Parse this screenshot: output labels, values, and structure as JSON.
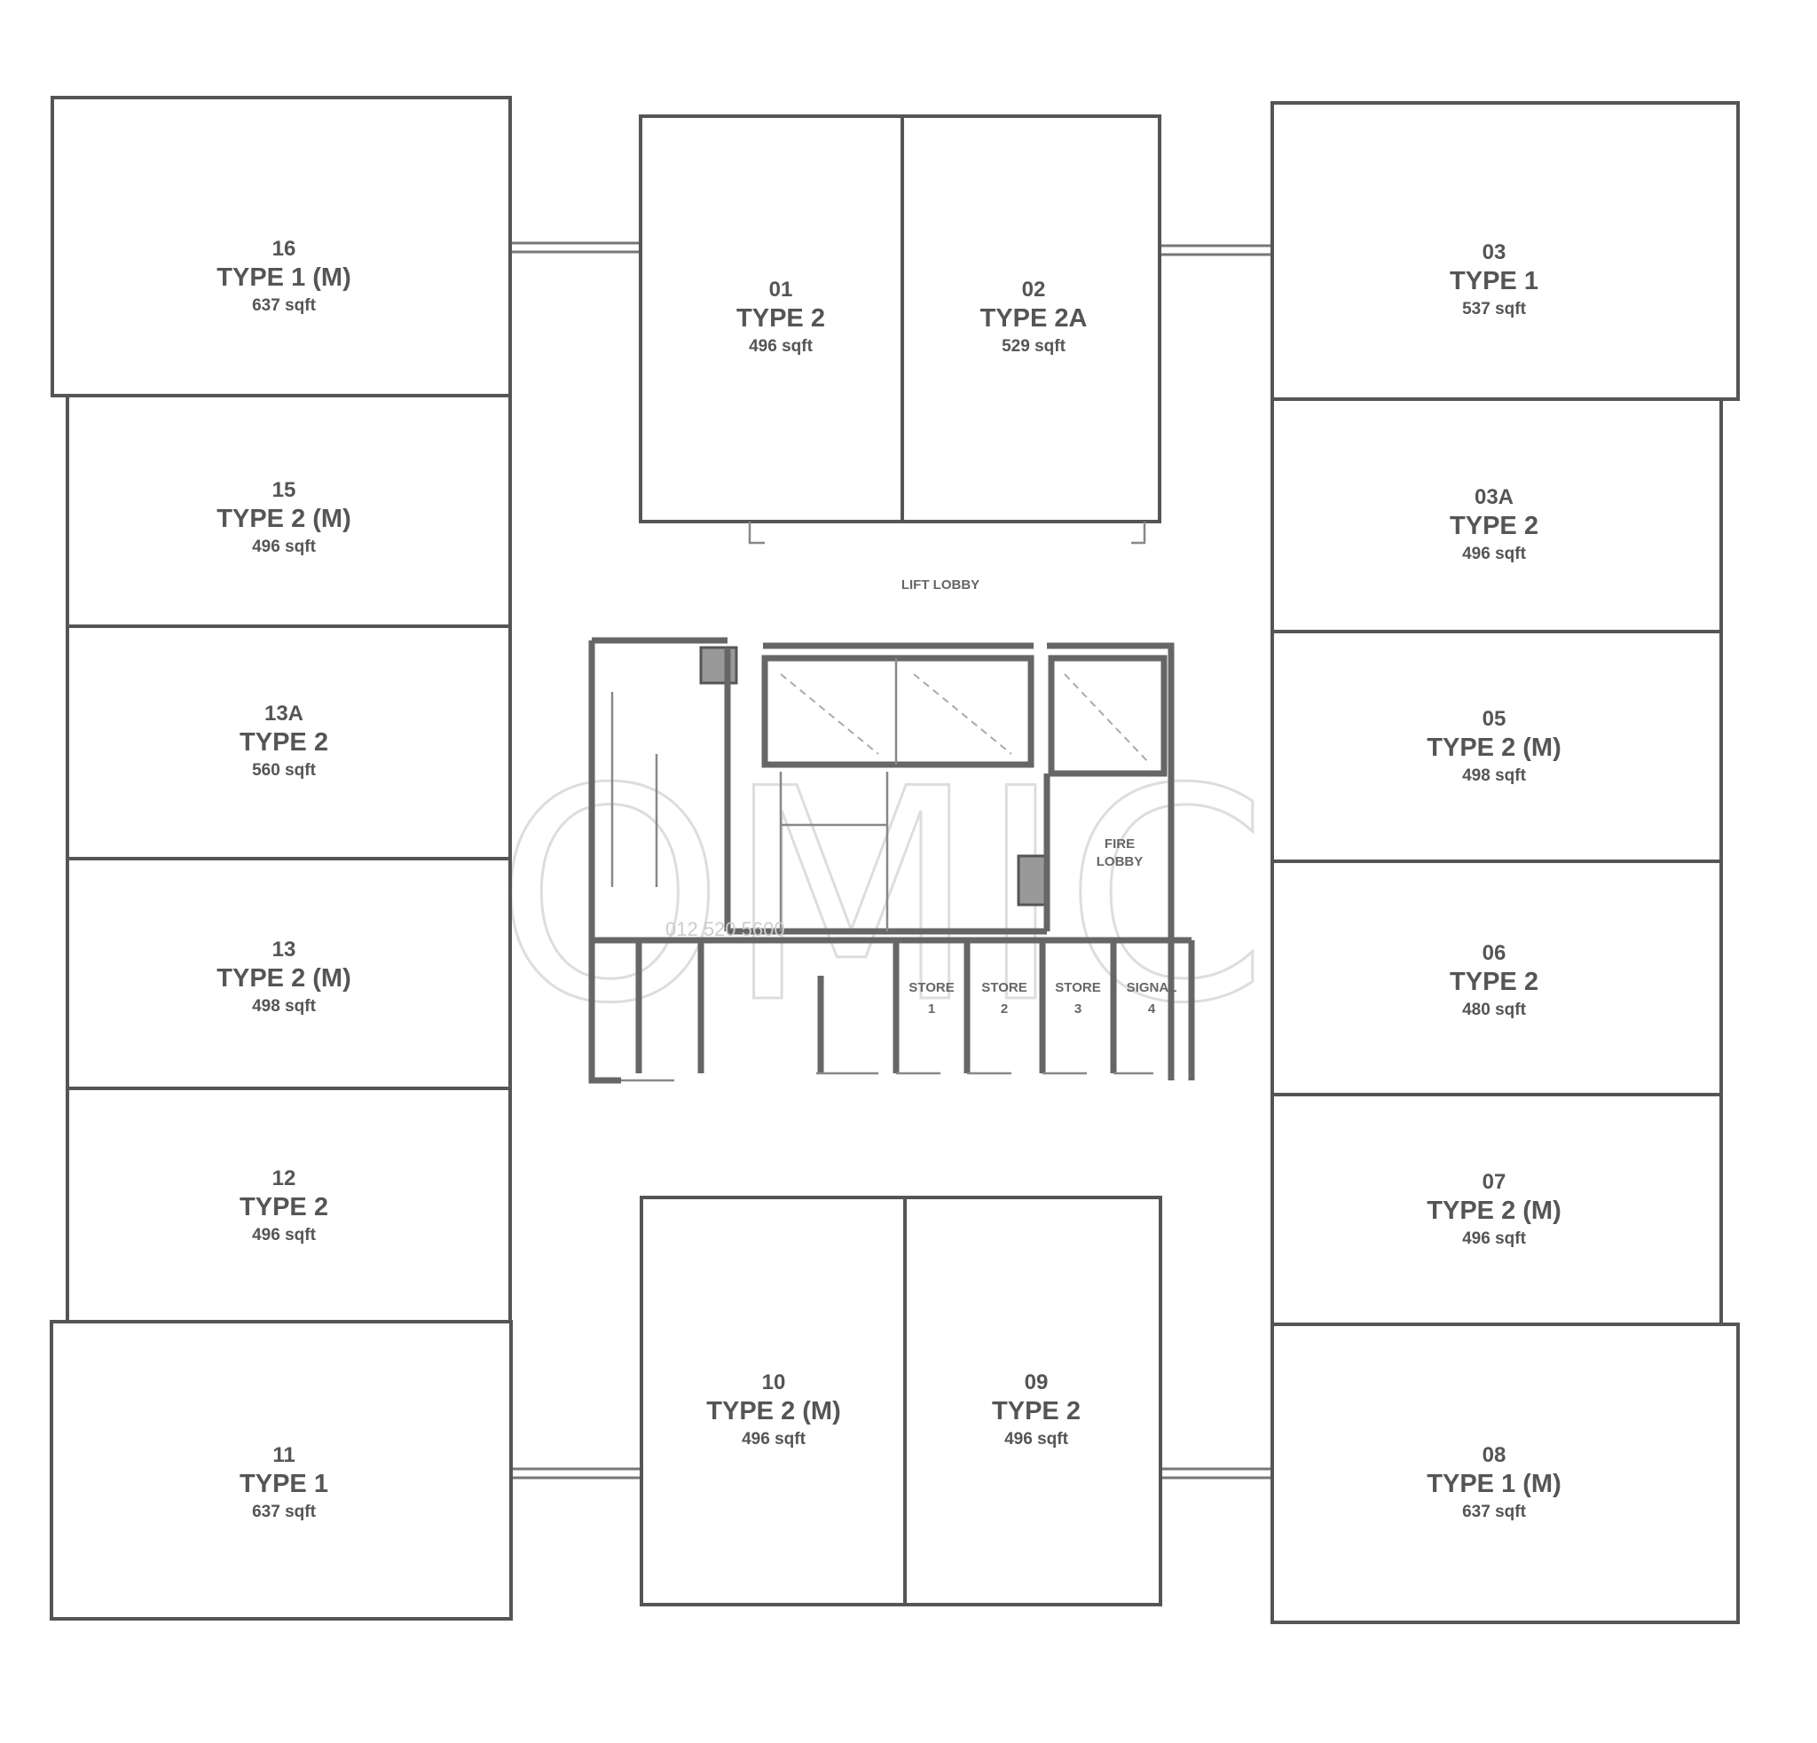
{
  "plan": {
    "units": [
      {
        "no": "16",
        "type": "TYPE 1 (M)",
        "area": "637 sqft"
      },
      {
        "no": "15",
        "type": "TYPE 2 (M)",
        "area": "496 sqft"
      },
      {
        "no": "13A",
        "type": "TYPE 2",
        "area": "560 sqft"
      },
      {
        "no": "13",
        "type": "TYPE 2 (M)",
        "area": "498 sqft"
      },
      {
        "no": "12",
        "type": "TYPE 2",
        "area": "496 sqft"
      },
      {
        "no": "11",
        "type": "TYPE 1",
        "area": "637 sqft"
      },
      {
        "no": "01",
        "type": "TYPE 2",
        "area": "496 sqft"
      },
      {
        "no": "02",
        "type": "TYPE 2A",
        "area": "529 sqft"
      },
      {
        "no": "10",
        "type": "TYPE 2 (M)",
        "area": "496 sqft"
      },
      {
        "no": "09",
        "type": "TYPE 2",
        "area": "496 sqft"
      },
      {
        "no": "03",
        "type": "TYPE 1",
        "area": "537 sqft"
      },
      {
        "no": "03A",
        "type": "TYPE 2",
        "area": "496 sqft"
      },
      {
        "no": "05",
        "type": "TYPE 2 (M)",
        "area": "498 sqft"
      },
      {
        "no": "06",
        "type": "TYPE 2",
        "area": "480 sqft"
      },
      {
        "no": "07",
        "type": "TYPE 2 (M)",
        "area": "496 sqft"
      },
      {
        "no": "08",
        "type": "TYPE 1 (M)",
        "area": "637 sqft"
      }
    ],
    "core": {
      "lift_lobby": "LIFT LOBBY",
      "fire_lobby": [
        "FIRE",
        "LOBBY"
      ],
      "stores": [
        {
          "label": "STORE",
          "num": "1"
        },
        {
          "label": "STORE",
          "num": "2"
        },
        {
          "label": "STORE",
          "num": "3"
        },
        {
          "label": "SIGNAL",
          "num": "4"
        }
      ]
    },
    "watermark": {
      "logo": "NOMICO",
      "phone": "012 520 5600"
    }
  }
}
